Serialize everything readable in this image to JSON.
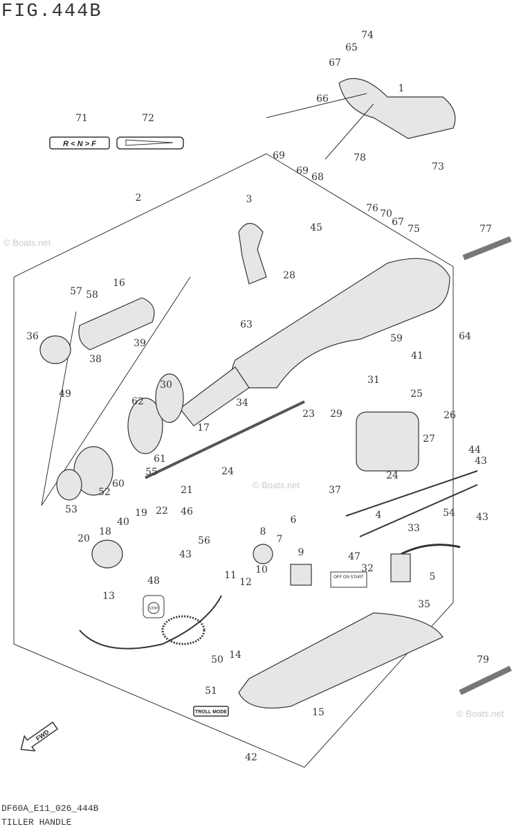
{
  "figure": {
    "title": "FIG.444B",
    "code": "DF60A_E11_026_444B",
    "name": "TILLER HANDLE"
  },
  "decals": {
    "shift": "R < N > F",
    "stop_switch": "OFF ON START",
    "troll": "TROLL MODE",
    "stop": "STOP",
    "fwd": "FWD"
  },
  "watermark": "© Boats.net",
  "callouts": [
    "74",
    "65",
    "67",
    "66",
    "1",
    "71",
    "72",
    "69",
    "69",
    "68",
    "78",
    "73",
    "2",
    "3",
    "76",
    "70",
    "67",
    "75",
    "77",
    "45",
    "28",
    "57",
    "58",
    "16",
    "36",
    "39",
    "38",
    "49",
    "63",
    "64",
    "59",
    "41",
    "31",
    "30",
    "62",
    "34",
    "25",
    "23",
    "29",
    "26",
    "17",
    "27",
    "44",
    "43",
    "61",
    "55",
    "60",
    "24",
    "24",
    "52",
    "21",
    "37",
    "53",
    "40",
    "19",
    "22",
    "46",
    "4",
    "54",
    "43",
    "20",
    "18",
    "56",
    "6",
    "8",
    "7",
    "33",
    "9",
    "43",
    "10",
    "47",
    "32",
    "5",
    "13",
    "48",
    "11",
    "12",
    "35",
    "79",
    "50",
    "14",
    "51",
    "15",
    "42"
  ]
}
